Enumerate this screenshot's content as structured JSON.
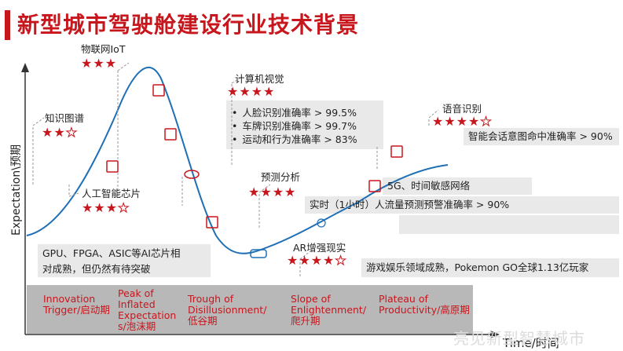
{
  "page_title": "新型城市驾驶舱建设行业技术背景",
  "chart_data": {
    "type": "line",
    "ylabel": "Expectation\\预期",
    "xlabel": "Time/时间",
    "phases": [
      {
        "en": "Innovation Trigger/启动期",
        "lines": [
          "Innovation",
          "Trigger/启动期"
        ]
      },
      {
        "en": "Peak of Inflated Expectations/泡沫期",
        "lines": [
          "Peak of",
          "Inflated",
          "Expectation",
          "s/泡沫期"
        ]
      },
      {
        "en": "Trough of Disillusionment/低谷期",
        "lines": [
          "Trough of",
          "Disillusionment/",
          "低谷期"
        ]
      },
      {
        "en": "Slope of Enlightenment/爬升期",
        "lines": [
          "Slope of",
          "Enlightenment/",
          "爬升期"
        ]
      },
      {
        "en": "Plateau of Productivity/高原期",
        "lines": [
          "Plateau of",
          "Productivity/高原期"
        ]
      }
    ],
    "technologies": [
      {
        "name": "知识图谱",
        "rating": 2,
        "max": 3
      },
      {
        "name": "物联网IoT",
        "rating": 3,
        "max": 3
      },
      {
        "name": "人工智能芯片",
        "rating": 3,
        "max": 4
      },
      {
        "name": "计算机视觉",
        "rating": 4,
        "max": 4
      },
      {
        "name": "预测分析",
        "rating": 4,
        "max": 4
      },
      {
        "name": "AR增强现实",
        "rating": 4,
        "max": 5
      },
      {
        "name": "语音识别",
        "rating": 4,
        "max": 5
      }
    ]
  },
  "notes": {
    "cv_bullets": [
      "人脸识别准确率 > 99.5%",
      "车牌识别准确率 > 99.7%",
      "运动和行为准确率 > 83%"
    ],
    "voice": "智能会话意图命中准确率 > 90%",
    "fiveg": "5G、时间敏感网络",
    "predict": "实时（1小时）人流量预测预警准确率 > 90%",
    "chip_line1": "GPU、FPGA、ASIC等AI芯片相",
    "chip_line2": "对成熟，但仍然有待突破",
    "ar": "游戏娱乐领域成熟，Pokemon GO全球1.13亿玩家"
  },
  "watermark": "亮见新型智慧城市",
  "colors": {
    "accent": "#c8161d",
    "curve": "#1f6fb5",
    "box": "#e9e9e9",
    "phase_bar": "#b8b8b8"
  }
}
